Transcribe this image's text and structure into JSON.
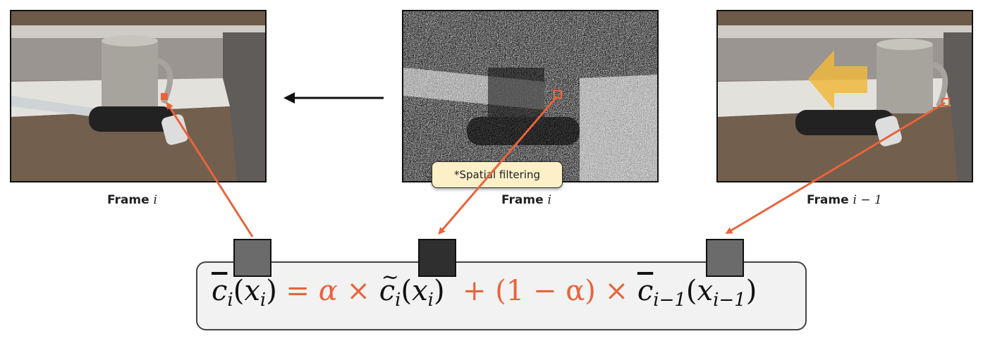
{
  "frames": {
    "left": {
      "caption_label": "Frame",
      "caption_var": "i"
    },
    "middle": {
      "caption_label": "Frame",
      "caption_var": "i"
    },
    "right": {
      "caption_label": "Frame",
      "caption_var": "i − 1"
    }
  },
  "tooltip": {
    "text": "*Spatial filtering"
  },
  "formula": {
    "lhs_base": "c",
    "lhs_sub": "i",
    "lhs_open": "(",
    "lhs_arg": "x",
    "lhs_arg_sub": "i",
    "lhs_close": ")",
    "equals": " = ",
    "alpha_times": "α × ",
    "mid_base": "c",
    "mid_sub": "i",
    "mid_open": "(",
    "mid_arg": "x",
    "mid_arg_sub": "i",
    "mid_close": ")",
    "plus_term": "  + (1 − α) × ",
    "prev_base": "c",
    "prev_sub": "i−1",
    "prev_open": "(",
    "prev_arg": "x",
    "prev_arg_sub": "i−1",
    "prev_close": ")"
  },
  "colors": {
    "accent_orange": "#e8643c",
    "swatch_left": "#6b6b6b",
    "swatch_mid": "#2f2f2f",
    "swatch_right": "#6b6b6b",
    "tooltip_bg": "#fdf0c8",
    "formula_bg": "#f2f2f2"
  },
  "icons": {
    "left_arrow": "left-arrow-icon",
    "motion_arrow": "motion-arrow-icon"
  }
}
